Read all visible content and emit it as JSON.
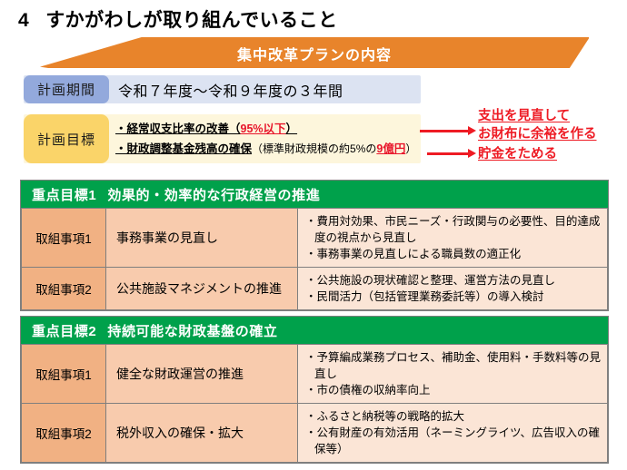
{
  "page_title": {
    "number": "4",
    "text": "すかがわしが取り組んでいること"
  },
  "banner": {
    "label": "集中改革プランの内容"
  },
  "plan_period": {
    "label": "計画期間",
    "value": "令和７年度～令和９年度の３年間"
  },
  "plan_goal": {
    "label": "計画目標",
    "line1_prefix": "・経常収支比率の改善（",
    "line1_highlight": "95%以下",
    "line1_suffix": "）",
    "line2_prefix": "・財政調整基金残高の確保",
    "line2_paren_open": "（標準財政規模の約5%の",
    "line2_highlight": "9億円",
    "line2_paren_close": "）"
  },
  "callouts": {
    "a_line1": "支出を見直して",
    "a_line2": "お財布に余裕を作る",
    "b_line1": "貯金をためる"
  },
  "colors": {
    "banner_orange": "#E8842B",
    "green_header": "#00A14B",
    "period_label_blue": "#93A9DC",
    "period_body_blue": "#DCE3F2",
    "goal_label_yellow": "#FAD469",
    "goal_body_yellow": "#FDF6DC",
    "cell_item_orange": "#F1B183",
    "cell_title_orange": "#F8CBAD",
    "cell_desc_orange": "#FBE5D6",
    "accent_red": "#EE1B24"
  },
  "blocks": [
    {
      "header_num": "重点目標1",
      "header_text": "効果的・効率的な行政経営の推進",
      "rows": [
        {
          "item": "取組事項1",
          "title": "事務事業の見直し",
          "desc": [
            "・費用対効果、市民ニーズ・行政関与の必要性、目的達成度の視点から見直し",
            "・事務事業の見直しによる職員数の適正化"
          ]
        },
        {
          "item": "取組事項2",
          "title": "公共施設マネジメントの推進",
          "desc": [
            "・公共施設の現状確認と整理、運営方法の見直し",
            "・民間活力（包括管理業務委託等）の導入検討"
          ]
        }
      ]
    },
    {
      "header_num": "重点目標2",
      "header_text": "持続可能な財政基盤の確立",
      "rows": [
        {
          "item": "取組事項1",
          "title": "健全な財政運営の推進",
          "desc": [
            "・予算編成業務プロセス、補助金、使用料・手数料等の見直し",
            "・市の債権の収納率向上"
          ]
        },
        {
          "item": "取組事項2",
          "title": "税外収入の確保・拡大",
          "desc": [
            "・ふるさと納税等の戦略的拡大",
            "・公有財産の有効活用（ネーミングライツ、広告収入の確保等）"
          ]
        }
      ]
    }
  ]
}
